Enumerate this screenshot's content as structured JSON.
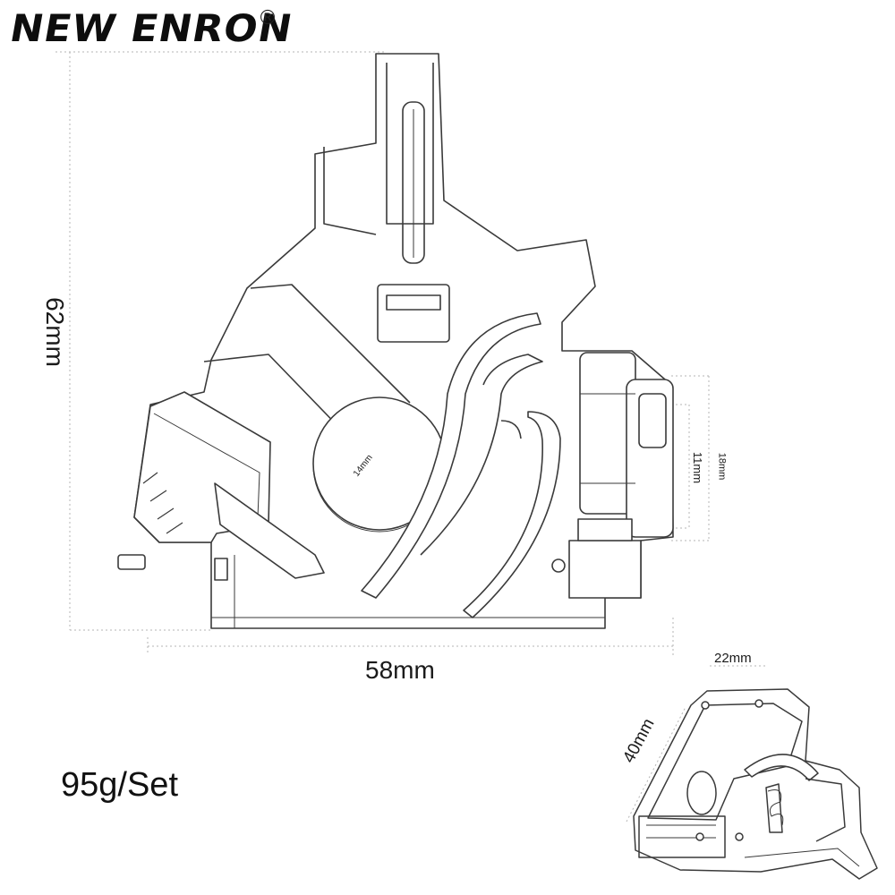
{
  "brand": {
    "name": "NEW ENRON",
    "registered_mark": "®"
  },
  "dimensions": {
    "height": "62mm",
    "width": "58mm",
    "bore_diameter": "14mm",
    "inner_cup": "11mm",
    "outer_cup": "18mm",
    "depth": "22mm",
    "length": "40mm"
  },
  "weight": "95g/Set",
  "icons": {
    "main_view": "gearbox-housing-side-icon",
    "iso_view": "gearbox-housing-isometric-icon"
  }
}
